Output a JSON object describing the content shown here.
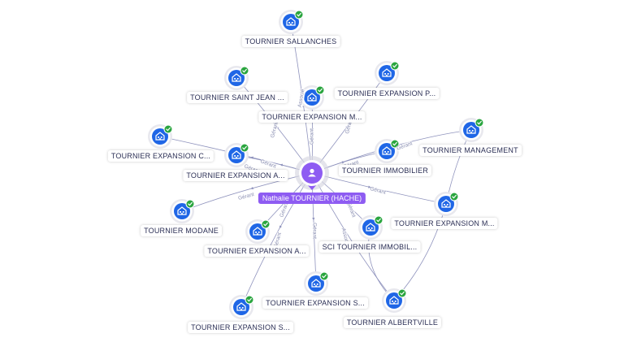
{
  "colors": {
    "edge": "#8f93bd",
    "node_ring": "#e8e8ee",
    "node_fill": "#1f66e6",
    "check": "#2aa53f",
    "center": "#8e5cf2",
    "center_halo": "#d9d9e2"
  },
  "icons": {
    "company": "building-icon",
    "status": "check-badge-icon",
    "center": "person-icon"
  },
  "center": {
    "label": "Nathalie TOURNIER (HACHE)"
  },
  "edge_labels": {
    "gerant": "Gérant",
    "associe": "Associé"
  },
  "nodes": [
    {
      "label": "TOURNIER SALLANCHES"
    },
    {
      "label": "TOURNIER SAINT JEAN ..."
    },
    {
      "label": "TOURNIER EXPANSION M..."
    },
    {
      "label": "TOURNIER EXPANSION P..."
    },
    {
      "label": "TOURNIER EXPANSION C..."
    },
    {
      "label": "TOURNIER EXPANSION A..."
    },
    {
      "label": "TOURNIER IMMOBILIER"
    },
    {
      "label": "TOURNIER MANAGEMENT"
    },
    {
      "label": "TOURNIER MODANE"
    },
    {
      "label": "TOURNIER EXPANSION A..."
    },
    {
      "label": "SCI TOURNIER IMMOBIL..."
    },
    {
      "label": "TOURNIER EXPANSION M..."
    },
    {
      "label": "TOURNIER EXPANSION S..."
    },
    {
      "label": "TOURNIER EXPANSION S..."
    },
    {
      "label": "TOURNIER ALBERTVILLE"
    }
  ]
}
